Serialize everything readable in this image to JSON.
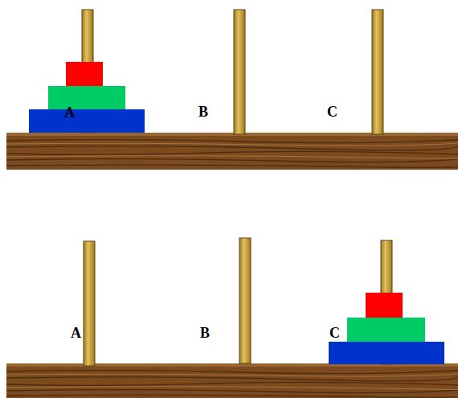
{
  "diagram": {
    "labels": [
      "A",
      "B",
      "C",
      "A",
      "B",
      "C"
    ]
  }
}
